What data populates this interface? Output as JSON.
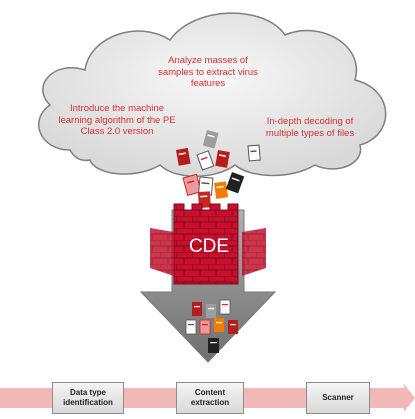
{
  "cloud": {
    "top": [
      "Analyze masses of",
      "samples to extract virus",
      "features"
    ],
    "left": [
      "Introduce the machine",
      "learning algorithm of the PE",
      "Class 2.0 version"
    ],
    "right": [
      "In-depth decoding of",
      "multiple types of files"
    ]
  },
  "firewall": {
    "label": "CDE"
  },
  "pipeline": [
    {
      "lines": [
        "Data type",
        "identification"
      ]
    },
    {
      "lines": [
        "Content",
        "extraction"
      ]
    },
    {
      "lines": [
        "Scanner"
      ]
    }
  ],
  "colors": {
    "accent": "#d32f2f",
    "cloud": "#e6e6e6",
    "brick": "#c8102e",
    "arrow": "#9a9a9a",
    "band": "#f2b9b9"
  }
}
